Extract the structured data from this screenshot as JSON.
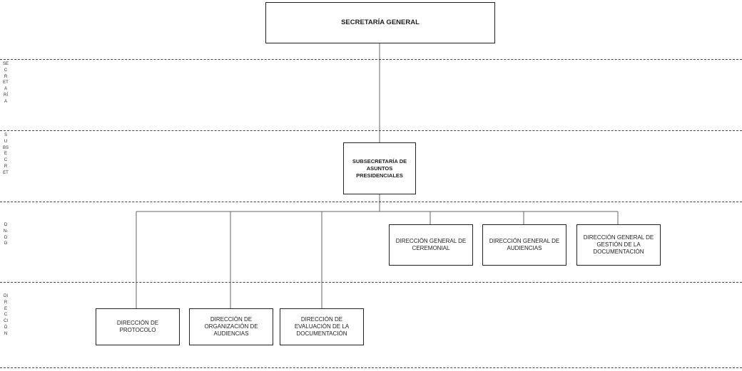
{
  "top_box": {
    "label": "SECRETARÍA GENERAL"
  },
  "levels": [
    {
      "label": "SECRETARÍA"
    },
    {
      "label": "SUBSECRET"
    },
    {
      "label": "DN-DG"
    },
    {
      "label": "DIRECCIÓN"
    }
  ],
  "subsecretaria": {
    "label": "SUBSECRETARÍA DE ASUNTOS PRESIDENCIALES"
  },
  "direcciones_generales": [
    {
      "label": "DIRECCIÓN GENERAL DE CEREMONIAL"
    },
    {
      "label": "DIRECCIÓN GENERAL DE AUDIENCIAS"
    },
    {
      "label": "DIRECCIÓN GENERAL DE GESTIÓN DE LA DOCUMENTACIÓN"
    }
  ],
  "direcciones": [
    {
      "label": "DIRECCIÓN DE PROTOCOLO"
    },
    {
      "label": "DIRECCIÓN DE ORGANIZACIÓN DE AUDIENCIAS"
    },
    {
      "label": "DIRECCIÓN DE EVALUACIÓN DE LA DOCUMENTACIÓN"
    }
  ]
}
